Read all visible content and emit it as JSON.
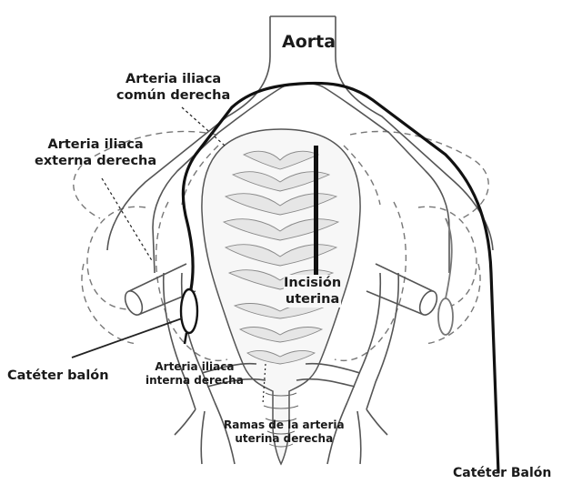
{
  "labels": {
    "aorta": "Aorta",
    "common_iliac": [
      "Arteria iliaca",
      "común derecha"
    ],
    "external_iliac": [
      "Arteria iliaca",
      "externa derecha"
    ],
    "incision": [
      "Incisión",
      "uterina"
    ],
    "catheter_left": "Catéter balón",
    "internal_iliac": [
      "Arteria iliaca",
      "interna derecha"
    ],
    "uterine_branches": [
      "Ramas de la arteria",
      "uterina derecha"
    ],
    "catheter_right": "Catéter Balón"
  },
  "colors": {
    "ink": "#1a1a1a",
    "outline": "#555555",
    "dashed": "#777777",
    "uterus_fill": "#f7f7f7",
    "fold_fill": "#e4e4e4"
  }
}
